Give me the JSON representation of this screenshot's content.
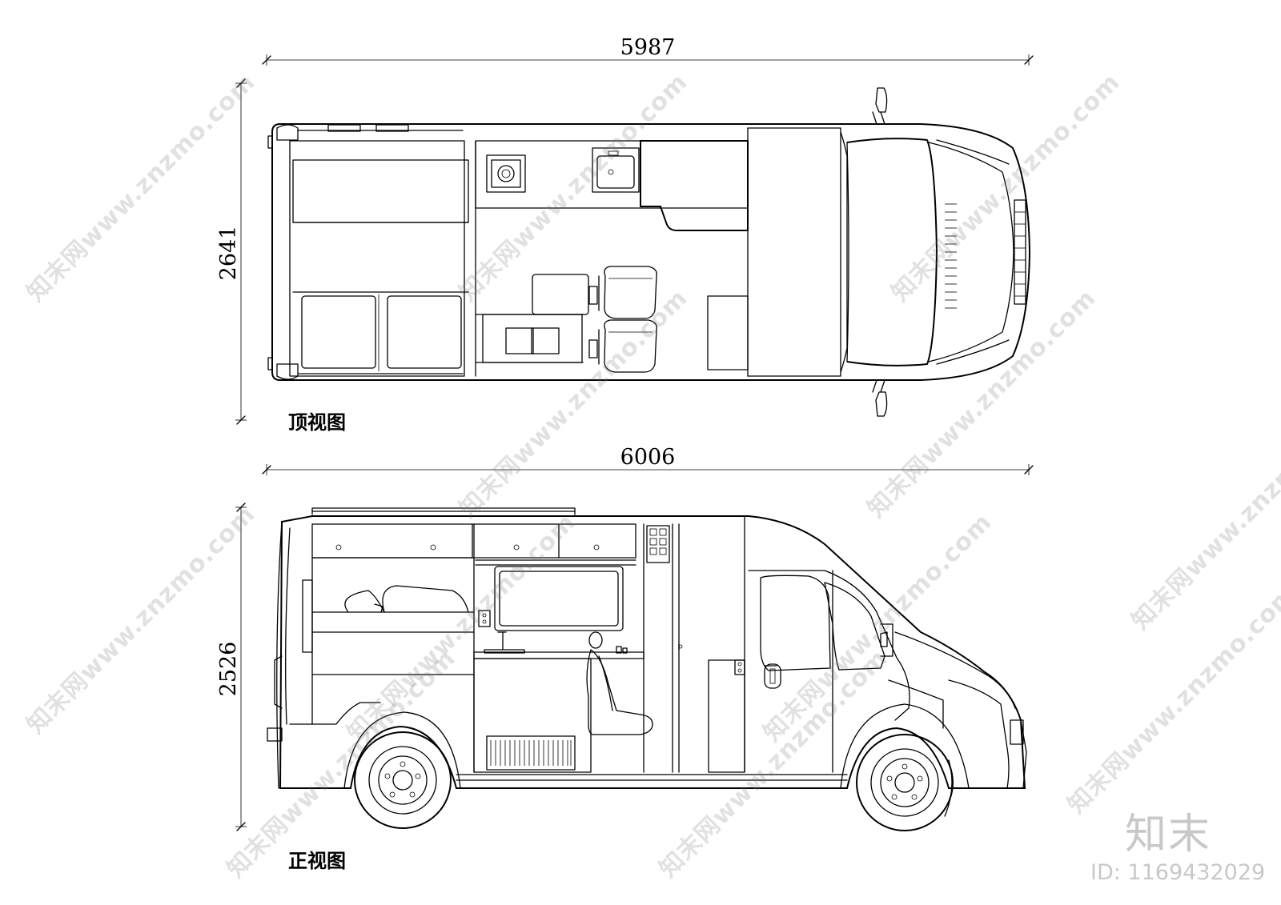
{
  "top_view": {
    "label": "顶视图",
    "length_dim": "5987",
    "width_dim": "2641"
  },
  "side_view": {
    "label": "正视图",
    "length_dim": "6006",
    "height_dim": "2526"
  },
  "watermark": {
    "text": "知末网www.znzmo.com",
    "brand": "知末",
    "id_text": "ID: 1169432029"
  }
}
